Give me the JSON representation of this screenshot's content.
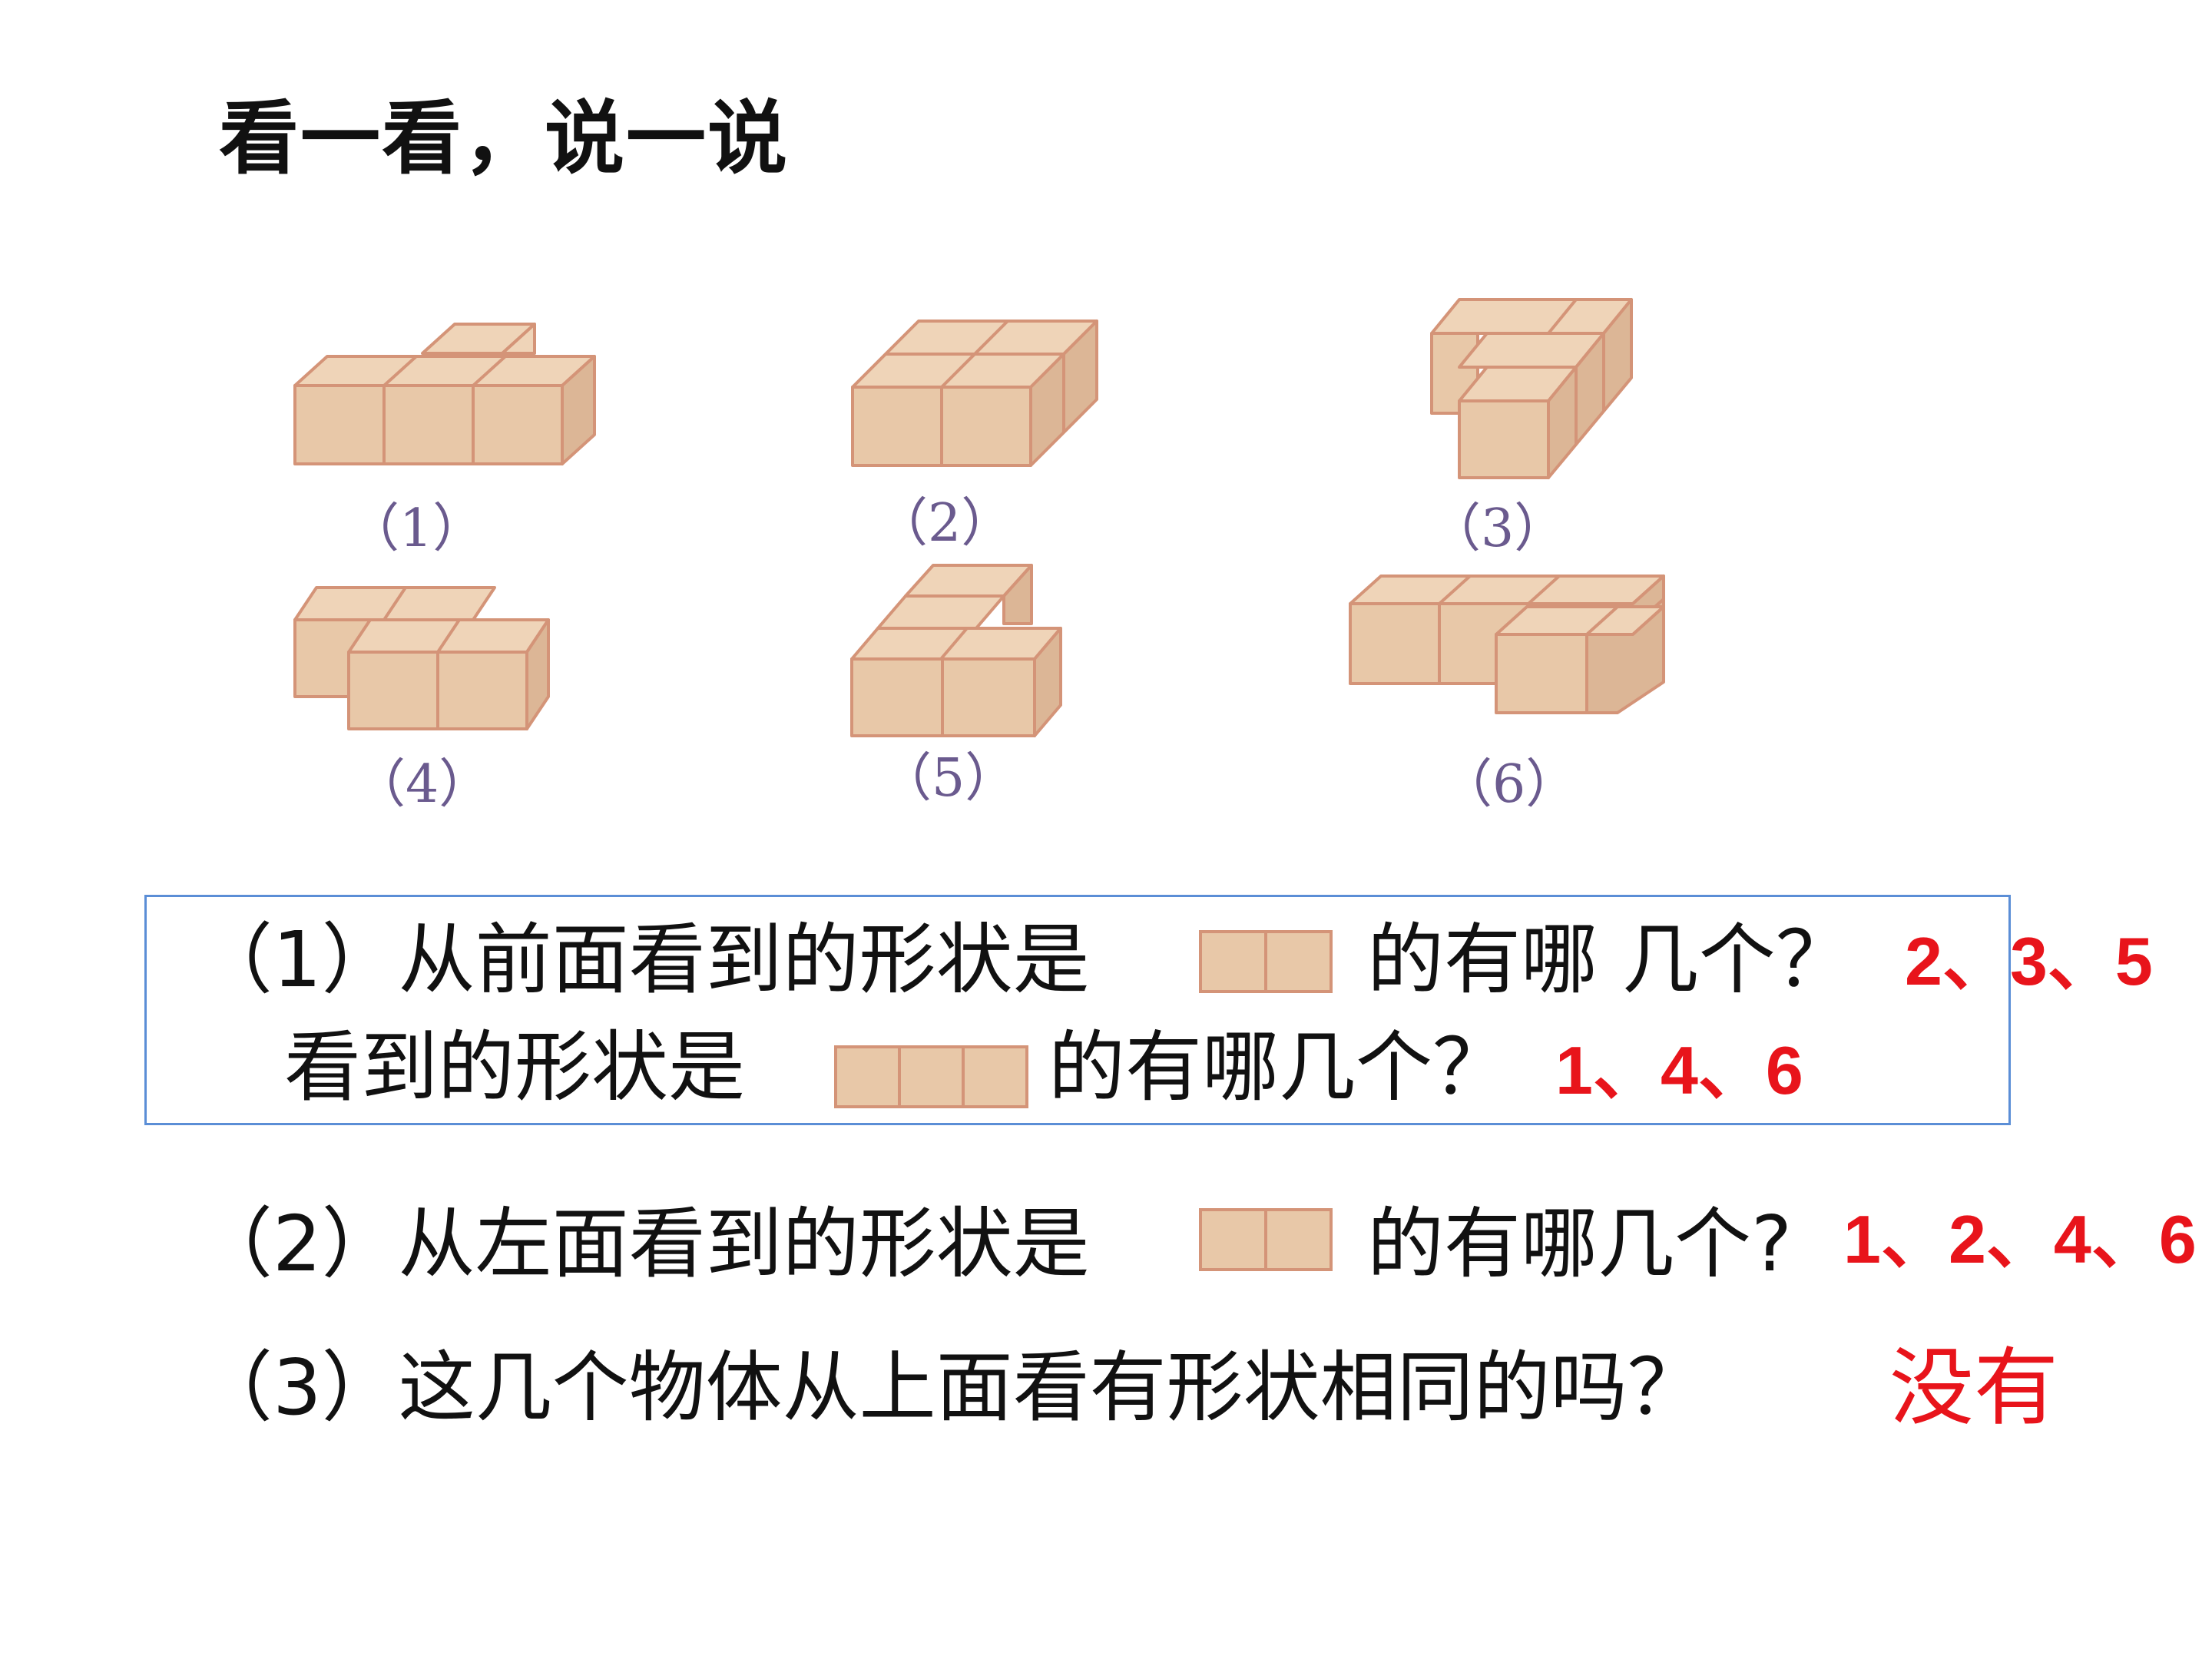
{
  "title": "看一看，说一说",
  "figures": [
    {
      "label": "（1）"
    },
    {
      "label": "（2）"
    },
    {
      "label": "（3）"
    },
    {
      "label": "（4）"
    },
    {
      "label": "（5）"
    },
    {
      "label": "（6）"
    }
  ],
  "questions": {
    "q1_line1_a": "（1）从前面看到的形状是",
    "q1_line1_b": "的有哪 几个？",
    "q1_line1_answer": "2、3、5",
    "q1_line2_a": "看到的形状是",
    "q1_line2_b": "的有哪几个？",
    "q1_line2_answer": "1、4、6",
    "q2_a": "（2）从左面看到的形状是",
    "q2_b": "的有哪几个?",
    "q2_answer": "1、2、4、6",
    "q3": "（3）这几个物体从上面看有形状相同的吗？",
    "q3_answer": "没有"
  },
  "colors": {
    "cube_front": "#e8c8a8",
    "cube_edge": "#d49478",
    "label": "#6a5a8e",
    "answer": "#e8141b",
    "box_border": "#5b8ed6"
  }
}
